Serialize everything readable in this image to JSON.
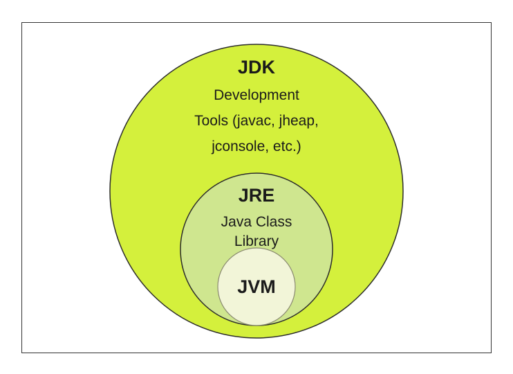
{
  "diagram": {
    "jdk": {
      "title": "JDK",
      "lines": [
        "Development",
        "Tools (javac, jheap,",
        "jconsole, etc.)"
      ],
      "fill": "#d4f03c"
    },
    "jre": {
      "title": "JRE",
      "lines": [
        "Java Class",
        "Library"
      ],
      "fill": "#cfe68f"
    },
    "jvm": {
      "title": "JVM",
      "fill": "#f2f5d8"
    }
  }
}
